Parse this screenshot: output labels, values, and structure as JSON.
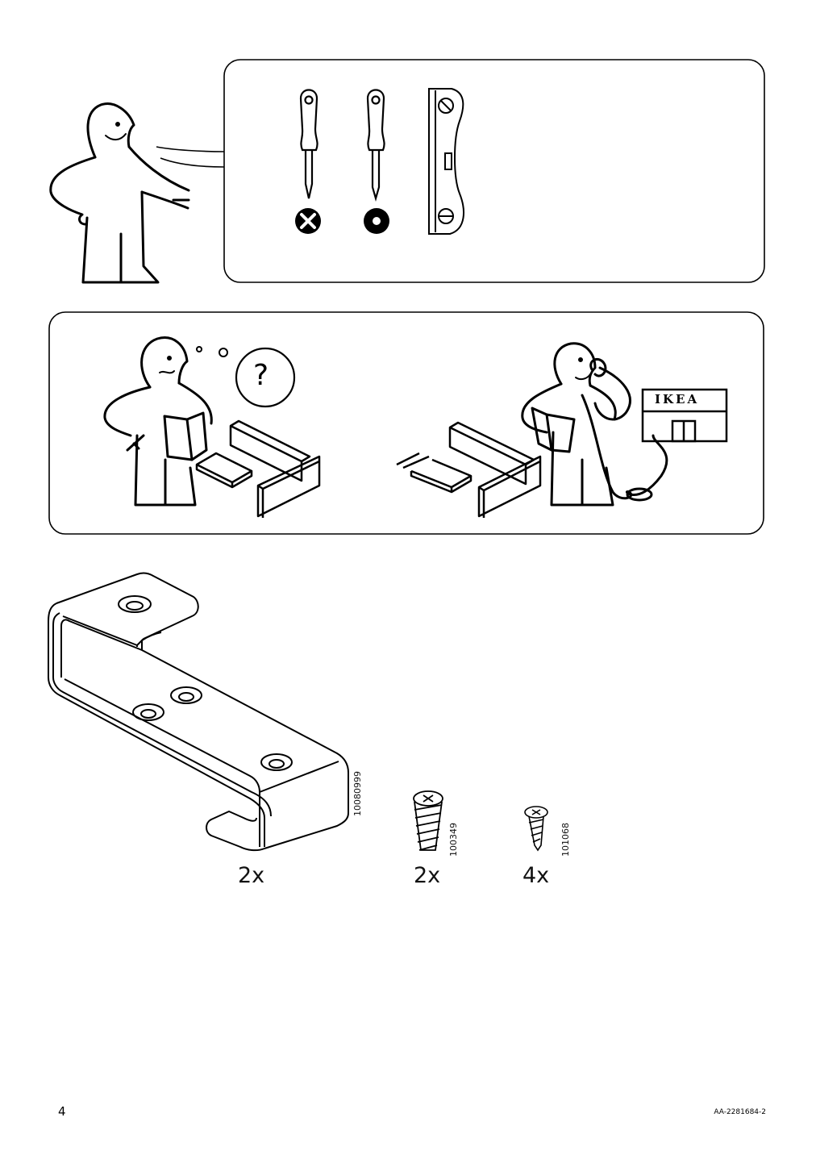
{
  "panel_tools": {
    "icons": [
      "person-pointing-icon",
      "phillips-screwdriver-icon",
      "flathead-screwdriver-icon",
      "spirit-level-icon"
    ],
    "not_ok_symbol": "cross-mark-icon",
    "ok_symbol": "dot-mark-icon"
  },
  "panel_help": {
    "store_sign": "IKEA",
    "question_mark": "?"
  },
  "parts": [
    {
      "id": "bracket",
      "part_number": "10080999",
      "quantity": "2x"
    },
    {
      "id": "screw-large",
      "part_number": "100349",
      "quantity": "2x"
    },
    {
      "id": "screw-small",
      "part_number": "101068",
      "quantity": "4x"
    }
  ],
  "footer": {
    "page_number": "4",
    "document_id": "AA-2281684-2"
  }
}
